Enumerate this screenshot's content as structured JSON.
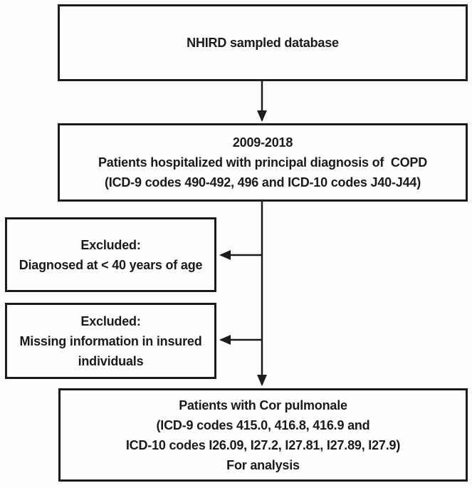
{
  "flowchart": {
    "colors": {
      "border": "#1c1c1c",
      "text": "#1a1a1a",
      "background": "#fdfdfd"
    },
    "boxes": {
      "source": {
        "lines": [
          "NHIRD sampled database"
        ]
      },
      "cohort": {
        "lines": [
          "2009-2018",
          "Patients hospitalized with principal diagnosis of  COPD",
          "(ICD-9 codes 490-492, 496 and ICD-10 codes J40-J44)"
        ]
      },
      "excluded_age": {
        "lines": [
          "Excluded:",
          "Diagnosed at < 40 years of age"
        ]
      },
      "excluded_missing": {
        "lines": [
          "Excluded:",
          "Missing information in insured",
          "individuals"
        ]
      },
      "final": {
        "lines": [
          "Patients with Cor pulmonale",
          "(ICD-9 codes 415.0, 416.8, 416.9 and",
          "ICD-10 codes I26.09, I27.2, I27.81, I27.89, I27.9)",
          "For analysis"
        ]
      }
    }
  }
}
